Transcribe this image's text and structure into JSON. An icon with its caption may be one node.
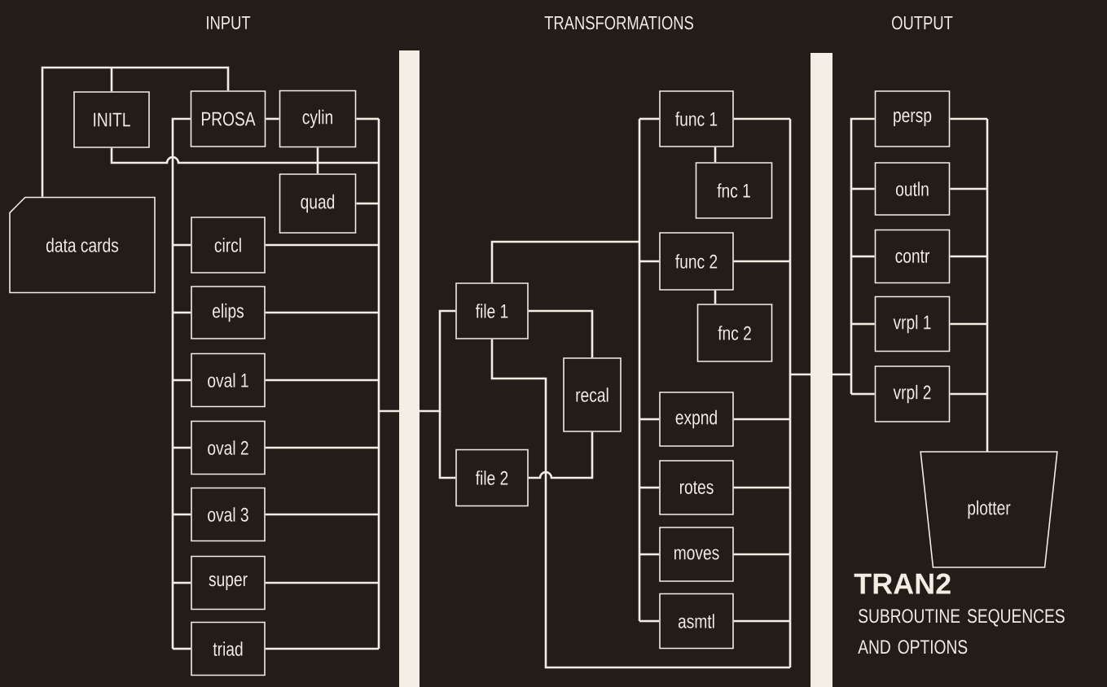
{
  "diagram": {
    "title": "TRAN2",
    "caption": "SUBROUTINE SEQUENCES AND OPTIONS",
    "nodes": [
      {
        "text": [
          "data cards"
        ]
      },
      {
        "text": [
          "INITL"
        ]
      },
      {
        "text": [
          "PROSA"
        ]
      },
      {
        "text": [
          "cylin"
        ]
      },
      {
        "text": [
          "quad"
        ]
      },
      {
        "text": [
          "circl"
        ]
      },
      {
        "text": [
          "elips"
        ]
      },
      {
        "text": [
          "oval 1"
        ]
      },
      {
        "text": [
          "oval 2"
        ]
      },
      {
        "text": [
          "oval 3"
        ]
      },
      {
        "text": [
          "super"
        ]
      },
      {
        "text": [
          "triad"
        ]
      },
      {
        "text": [
          "file 1"
        ]
      },
      {
        "text": [
          "file 2"
        ]
      },
      {
        "text": [
          "recal"
        ]
      },
      {
        "text": [
          "func 1"
        ]
      },
      {
        "text": [
          "fnc 1"
        ]
      },
      {
        "text": [
          "func 2"
        ]
      },
      {
        "text": [
          "fnc 2"
        ]
      },
      {
        "text": [
          "expnd"
        ]
      },
      {
        "text": [
          "rotes"
        ]
      },
      {
        "text": [
          "moves"
        ]
      },
      {
        "text": [
          "asmtl"
        ]
      },
      {
        "text": [
          "persp"
        ]
      },
      {
        "text": [
          "outln"
        ]
      },
      {
        "text": [
          "contr"
        ]
      },
      {
        "text": [
          "vrpl 1"
        ]
      },
      {
        "text": [
          "vrpl 2"
        ]
      },
      {
        "text": [
          "plotter"
        ]
      }
    ],
    "edges": [
      {
        "from": 0,
        "to": 1,
        "arrow": "none"
      },
      {
        "from": 0,
        "to": 2,
        "arrow": "none"
      },
      {
        "from": 2,
        "to": 3,
        "arrow": "none"
      },
      {
        "from": 2,
        "to": 5,
        "arrow": "none"
      },
      {
        "from": 2,
        "to": 6,
        "arrow": "none"
      },
      {
        "from": 2,
        "to": 7,
        "arrow": "none"
      },
      {
        "from": 2,
        "to": 8,
        "arrow": "none"
      },
      {
        "from": 2,
        "to": 9,
        "arrow": "none"
      },
      {
        "from": 2,
        "to": 10,
        "arrow": "none"
      },
      {
        "from": 2,
        "to": 11,
        "arrow": "none"
      },
      {
        "from": 3,
        "to": 4,
        "arrow": "none"
      },
      {
        "from": 1,
        "to": 4,
        "arrow": "none"
      },
      {
        "from": 1,
        "to": 12,
        "arrow": "none"
      },
      {
        "from": 3,
        "to": 12,
        "arrow": "none"
      },
      {
        "from": 4,
        "to": 12,
        "arrow": "none"
      },
      {
        "from": 5,
        "to": 12,
        "arrow": "none"
      },
      {
        "from": 6,
        "to": 12,
        "arrow": "none"
      },
      {
        "from": 7,
        "to": 12,
        "arrow": "none"
      },
      {
        "from": 8,
        "to": 12,
        "arrow": "none"
      },
      {
        "from": 9,
        "to": 12,
        "arrow": "none"
      },
      {
        "from": 10,
        "to": 12,
        "arrow": "none"
      },
      {
        "from": 11,
        "to": 12,
        "arrow": "none"
      },
      {
        "from": 12,
        "to": 13,
        "arrow": "none"
      },
      {
        "from": 12,
        "to": 15,
        "arrow": "none"
      },
      {
        "from": 12,
        "to": 17,
        "arrow": "none"
      },
      {
        "from": 12,
        "to": 19,
        "arrow": "none"
      },
      {
        "from": 12,
        "to": 20,
        "arrow": "none"
      },
      {
        "from": 12,
        "to": 21,
        "arrow": "none"
      },
      {
        "from": 12,
        "to": 22,
        "arrow": "none"
      },
      {
        "from": 12,
        "to": 14,
        "arrow": "none"
      },
      {
        "from": 13,
        "to": 14,
        "arrow": "none"
      },
      {
        "from": 15,
        "to": 16,
        "arrow": "none"
      },
      {
        "from": 17,
        "to": 18,
        "arrow": "none"
      },
      {
        "from": 15,
        "to": 23,
        "arrow": "none"
      },
      {
        "from": 17,
        "to": 23,
        "arrow": "none"
      },
      {
        "from": 19,
        "to": 23,
        "arrow": "none"
      },
      {
        "from": 20,
        "to": 23,
        "arrow": "none"
      },
      {
        "from": 21,
        "to": 23,
        "arrow": "none"
      },
      {
        "from": 22,
        "to": 23,
        "arrow": "none"
      },
      {
        "from": 12,
        "to": 23,
        "arrow": "none"
      },
      {
        "from": 23,
        "to": 24,
        "arrow": "none"
      },
      {
        "from": 23,
        "to": 25,
        "arrow": "none"
      },
      {
        "from": 23,
        "to": 26,
        "arrow": "none"
      },
      {
        "from": 23,
        "to": 27,
        "arrow": "none"
      },
      {
        "from": 23,
        "to": 28,
        "arrow": "none"
      },
      {
        "from": 24,
        "to": 28,
        "arrow": "none"
      },
      {
        "from": 25,
        "to": 28,
        "arrow": "none"
      },
      {
        "from": 26,
        "to": 28,
        "arrow": "none"
      },
      {
        "from": 27,
        "to": 28,
        "arrow": "none"
      }
    ],
    "labels": [
      "INPUT",
      "TRANSFORMATIONS",
      "OUTPUT"
    ]
  }
}
